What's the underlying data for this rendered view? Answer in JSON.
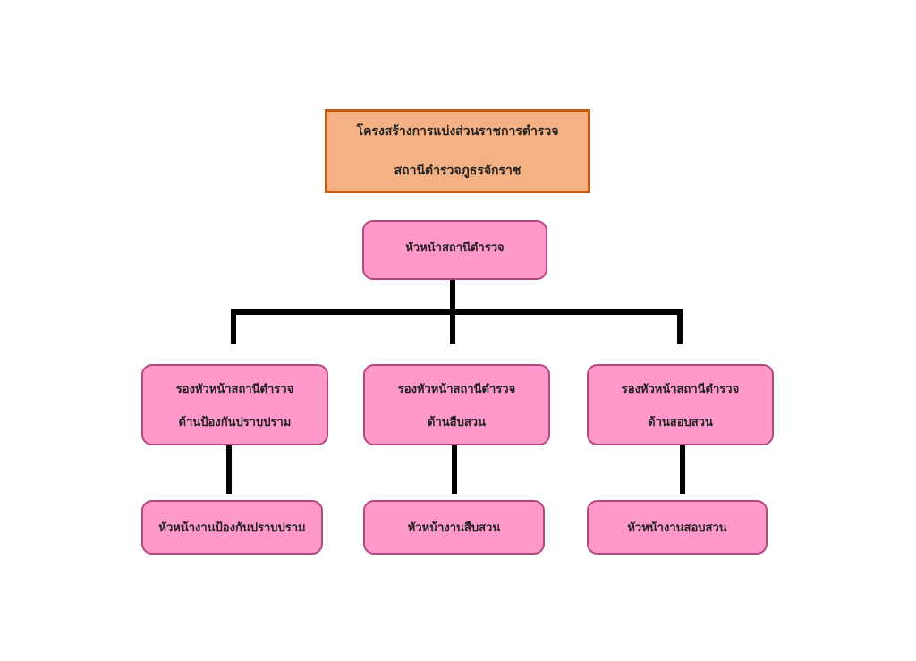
{
  "title": {
    "line1": "โครงสร้างการแบ่งส่วนราชการตำรวจ",
    "line2": "สถานีตำรวจภูธรจักราช"
  },
  "colors": {
    "title_fill": "#f4b183",
    "title_border": "#c55a11",
    "node_fill": "#ff99cc",
    "node_border": "#b2477f",
    "connector": "#000000"
  },
  "head": {
    "label": "หัวหน้าสถานีตำรวจ"
  },
  "deputies": [
    {
      "line1": "รองหัวหน้าสถานีตำรวจ",
      "line2": "ด้านป้องกันปราบปราม"
    },
    {
      "line1": "รองหัวหน้าสถานีตำรวจ",
      "line2": "ด้านสืบสวน"
    },
    {
      "line1": "รองหัวหน้าสถานีตำรวจ",
      "line2": "ด้านสอบสวน"
    }
  ],
  "units": [
    {
      "label": "หัวหน้างานป้องกันปราบปราม"
    },
    {
      "label": "หัวหน้างานสืบสวน"
    },
    {
      "label": "หัวหน้างานสอบสวน"
    }
  ]
}
